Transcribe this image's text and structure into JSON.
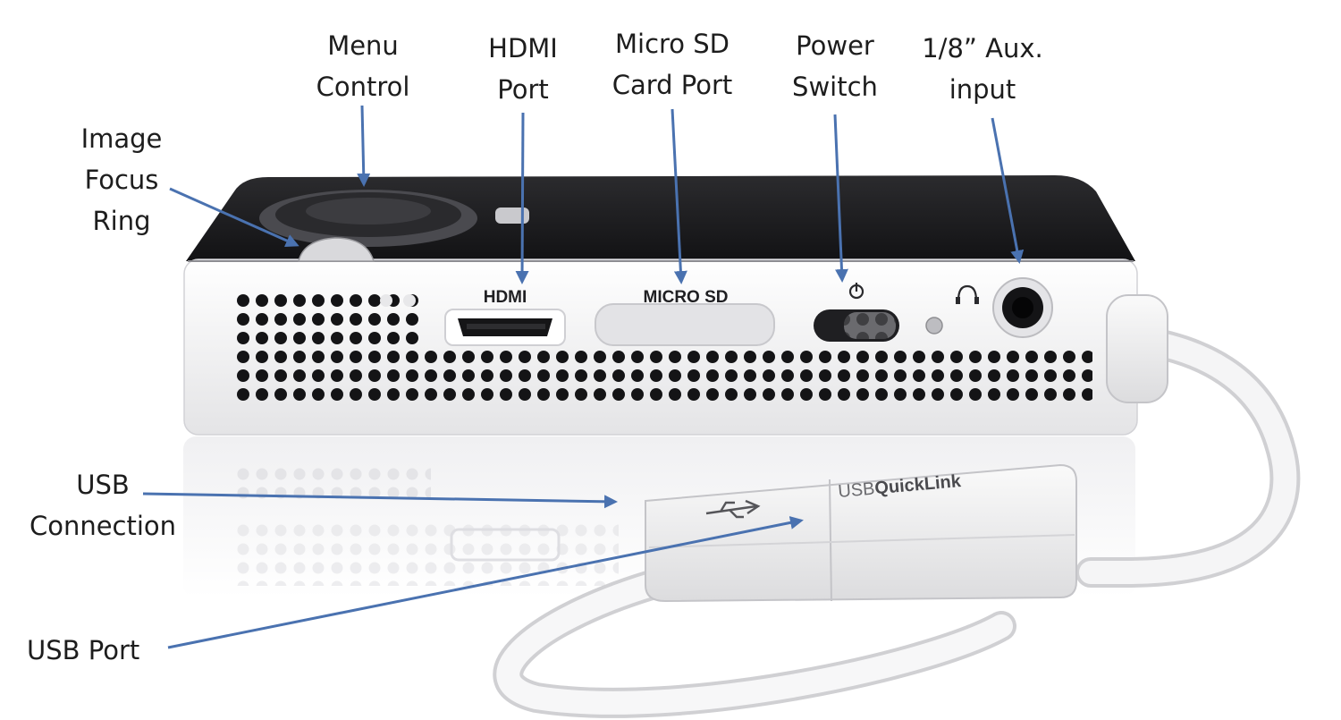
{
  "device_labels": {
    "hdmi": "HDMI",
    "micro_sd": "MICRO SD",
    "usb_plug": "USB",
    "usb_plug_bold": "QuickLink"
  },
  "callouts": {
    "menu_control": [
      "Menu",
      "Control"
    ],
    "hdmi_port": [
      "HDMI",
      "Port"
    ],
    "micro_sd_card_port": [
      "Micro SD",
      "Card Port"
    ],
    "power_switch": [
      "Power",
      "Switch"
    ],
    "aux_input": [
      "1/8” Aux.",
      "input"
    ],
    "image_focus_ring": [
      "Image",
      "Focus",
      "Ring"
    ],
    "usb_connection": [
      "USB",
      "Connection"
    ],
    "usb_port": [
      "USB Port"
    ]
  },
  "colors": {
    "arrow": "#4a72b0",
    "label_text": "#1d1d1d",
    "body_white": "#f1f1f2",
    "top_black": "#1a1a1c"
  }
}
